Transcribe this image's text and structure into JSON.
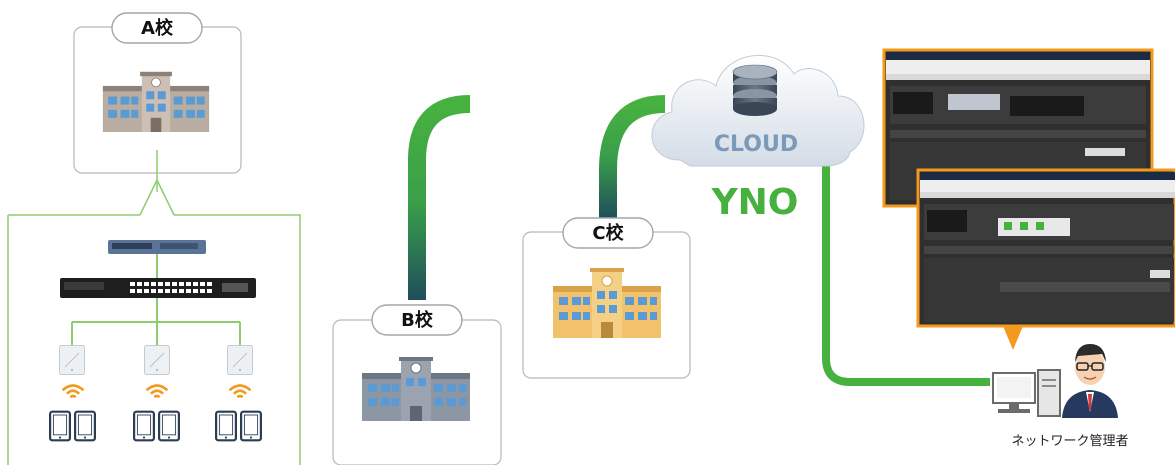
{
  "schools": {
    "a": {
      "label": "A校"
    },
    "b": {
      "label": "B校"
    },
    "c": {
      "label": "C校"
    }
  },
  "cloud": {
    "label": "CLOUD",
    "service": "YNO"
  },
  "admin": {
    "label": "ネットワーク管理者"
  },
  "colors": {
    "arrow_green": "#47b13f",
    "arrow_dark": "#1f4e5a",
    "box_border_gray": "#b8b8b8",
    "detail_border_green": "#8fcc6e",
    "cloud_fill": "#dde4ec",
    "cloud_text": "#7a9ab8",
    "yno_green": "#47b13f",
    "screen_bg": "#2f2f2f",
    "screen_border": "#f39a1e",
    "callout_orange": "#f39a1e"
  },
  "devices": {
    "access_points": 3,
    "tablets_per_ap": 2
  }
}
